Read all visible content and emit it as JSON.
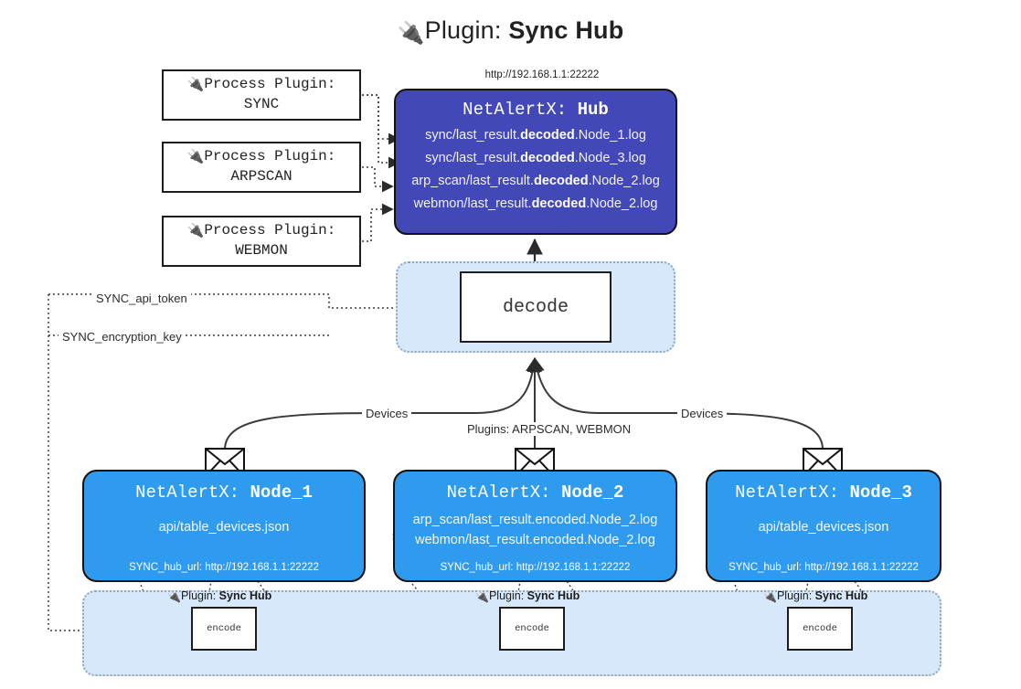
{
  "title": {
    "icon": "plug-icon",
    "prefix": "Plugin:",
    "name": "Sync Hub"
  },
  "process_plugins": [
    {
      "icon": "plug-icon",
      "line1": "Process Plugin:",
      "line2": "SYNC"
    },
    {
      "icon": "plug-icon",
      "line1": "Process Plugin:",
      "line2": "ARPSCAN"
    },
    {
      "icon": "plug-icon",
      "line1": "Process Plugin:",
      "line2": "WEBMON"
    }
  ],
  "hub": {
    "url": "http://192.168.1.1:22222",
    "title_prefix": "NetAlertX:",
    "title_name": "Hub",
    "logs": [
      {
        "pre": "sync/last_result.",
        "strong": "decoded",
        "post": ".Node_1.log"
      },
      {
        "pre": "sync/last_result.",
        "strong": "decoded",
        "post": ".Node_3.log"
      },
      {
        "pre": "arp_scan/last_result.",
        "strong": "decoded",
        "post": ".Node_2.log"
      },
      {
        "pre": "webmon/last_result.",
        "strong": "decoded",
        "post": ".Node_2.log"
      }
    ]
  },
  "decode": {
    "label": "decode"
  },
  "edge_labels": {
    "devices_left": "Devices",
    "devices_right": "Devices",
    "plugins_center": "Plugins: ARPSCAN, WEBMON",
    "api_token": "SYNC_api_token",
    "encryption_key": "SYNC_encryption_key"
  },
  "nodes": [
    {
      "title_prefix": "NetAlertX:",
      "title_name": "Node_1",
      "lines": [
        "api/table_devices.json"
      ],
      "footer": "SYNC_hub_url: http://192.168.1.1:22222",
      "envelope_icon": "envelope-icon"
    },
    {
      "title_prefix": "NetAlertX:",
      "title_name": "Node_2",
      "lines": [
        "arp_scan/last_result.encoded.Node_2.log",
        "webmon/last_result.encoded.Node_2.log"
      ],
      "footer": "SYNC_hub_url: http://192.168.1.1:22222",
      "envelope_icon": "envelope-icon"
    },
    {
      "title_prefix": "NetAlertX:",
      "title_name": "Node_3",
      "lines": [
        "api/table_devices.json"
      ],
      "footer": "SYNC_hub_url: http://192.168.1.1:22222",
      "envelope_icon": "envelope-icon"
    }
  ],
  "encode_band": {
    "plugins": [
      {
        "icon": "plug-icon",
        "prefix": "Plugin:",
        "name": "Sync Hub",
        "op": "encode"
      },
      {
        "icon": "plug-icon",
        "prefix": "Plugin:",
        "name": "Sync Hub",
        "op": "encode"
      },
      {
        "icon": "plug-icon",
        "prefix": "Plugin:",
        "name": "Sync Hub",
        "op": "encode"
      }
    ]
  },
  "colors": {
    "hub_fill": "#4348b8",
    "node_fill": "#2f9bef",
    "container_fill": "#d6e8fa",
    "stroke": "#121212",
    "page_bg": "#ffffff"
  }
}
